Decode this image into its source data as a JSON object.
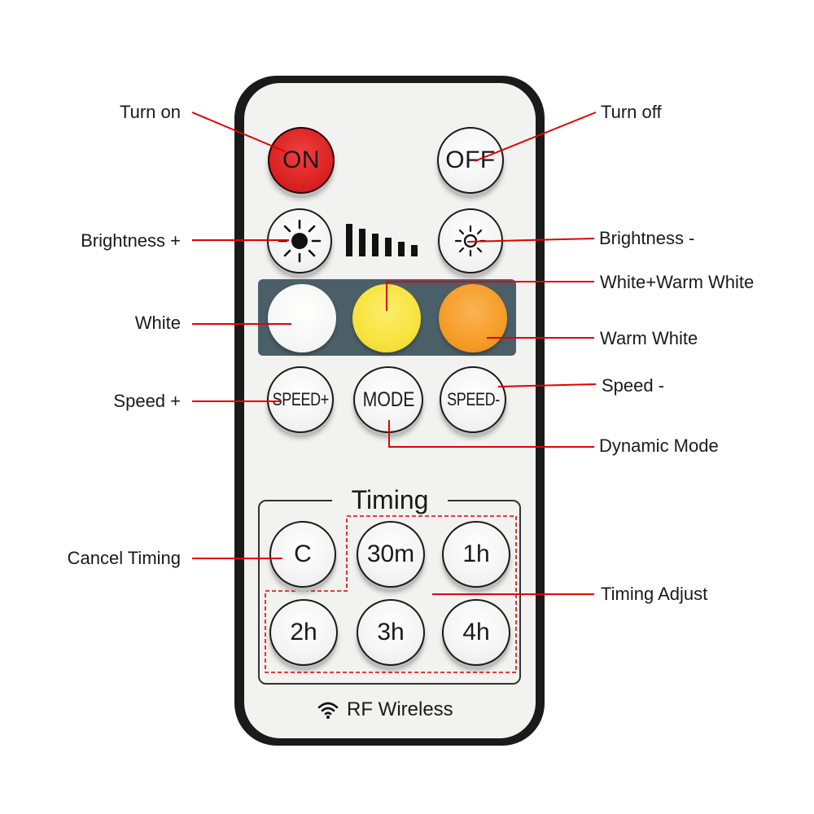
{
  "remote": {
    "buttons": {
      "on": "ON",
      "off": "OFF",
      "speed_plus": "SPEED+",
      "mode": "MODE",
      "speed_minus": "SPEED-",
      "cancel": "C",
      "t30m": "30m",
      "t1h": "1h",
      "t2h": "2h",
      "t3h": "3h",
      "t4h": "4h"
    },
    "timing_title": "Timing",
    "footer": "RF Wireless"
  },
  "colors": {
    "on_button": "#d81f1f",
    "white": "#f7f7f5",
    "white_warm_white": "#f7e23a",
    "warm_white": "#f59a24",
    "panel": "#4b5f68",
    "callout_line": "#e30000"
  },
  "icons": {
    "brightness_plus": "sun-large-icon",
    "brightness_minus": "sun-small-icon",
    "brightness_level": "brightness-level-bars-icon",
    "wireless": "wifi-signal-icon"
  },
  "labels": {
    "turn_on": "Turn on",
    "turn_off": "Turn off",
    "brightness_plus": "Brightness +",
    "brightness_minus": "Brightness -",
    "white_warm_white": "White+Warm White",
    "white": "White",
    "warm_white": "Warm White",
    "speed_plus": "Speed +",
    "speed_minus": "Speed -",
    "dynamic_mode": "Dynamic Mode",
    "cancel_timing": "Cancel Timing",
    "timing_adjust": "Timing Adjust"
  }
}
